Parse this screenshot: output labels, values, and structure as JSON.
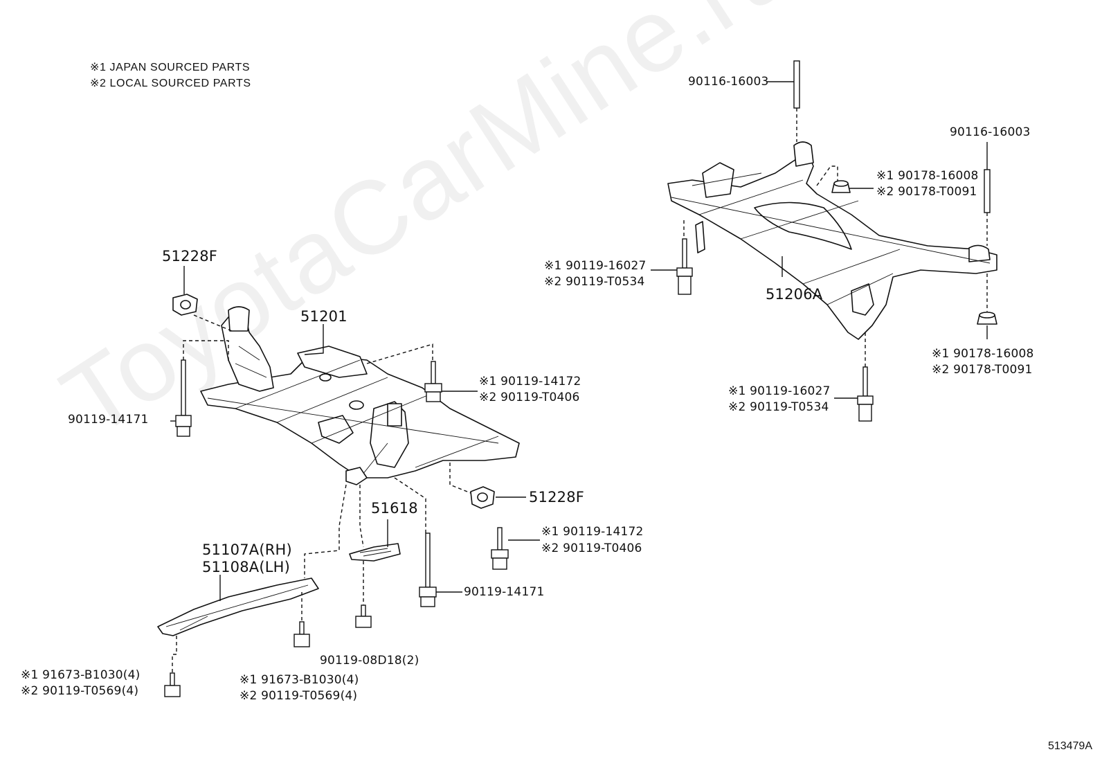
{
  "notes": [
    "※1 JAPAN SOURCED PARTS",
    "※2 LOCAL SOURCED PARTS"
  ],
  "watermark": "ToyotaCarMine.ru",
  "diagram_code": "513479A",
  "labels": {
    "p_51228F_top": "51228F",
    "p_51201": "51201",
    "p_90119_14171_left": "90119-14171",
    "p_90119_14172_a1": "※1 90119-14172",
    "p_90119_T0406_a2": "※2 90119-T0406",
    "p_51228F_right": "51228F",
    "p_51618": "51618",
    "p_90119_14172_b1": "※1 90119-14172",
    "p_90119_T0406_b2": "※2 90119-T0406",
    "p_51107A": "51107A(RH)",
    "p_51108A": "51108A(LH)",
    "p_90119_14171_right": "90119-14171",
    "p_90119_08D18": "90119-08D18(2)",
    "p_91673_left_1": "※1 91673-B1030(4)",
    "p_90119_T0569_left_2": "※2 90119-T0569(4)",
    "p_91673_mid_1": "※1 91673-B1030(4)",
    "p_90119_T0569_mid_2": "※2 90119-T0569(4)",
    "p_90116_16003_top": "90116-16003",
    "p_90116_16003_right": "90116-16003",
    "p_90178_16008_top_1": "※1 90178-16008",
    "p_90178_T0091_top_2": "※2 90178-T0091",
    "p_90119_16027_left_1": "※1 90119-16027",
    "p_90119_T0534_left_2": "※2 90119-T0534",
    "p_51206A": "51206A",
    "p_90178_16008_right_1": "※1 90178-16008",
    "p_90178_T0091_right_2": "※2 90178-T0091",
    "p_90119_16027_bot_1": "※1 90119-16027",
    "p_90119_T0534_bot_2": "※2 90119-T0534"
  }
}
